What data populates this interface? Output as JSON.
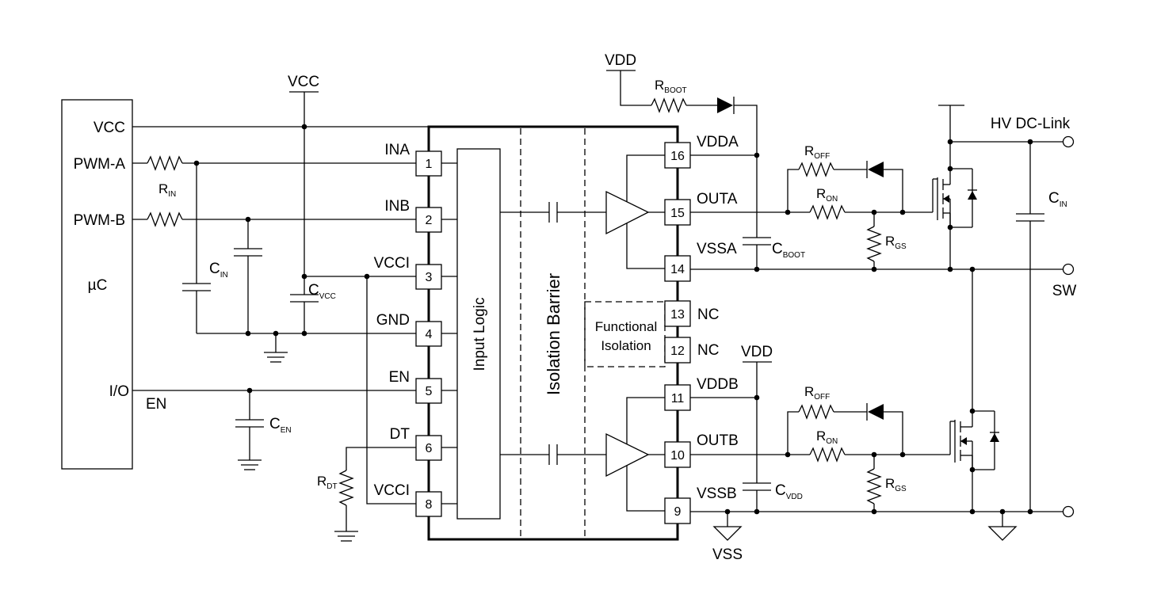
{
  "controller": {
    "block": "µC",
    "vcc": "VCC",
    "pwm_a": "PWM-A",
    "pwm_b": "PWM-B",
    "io": "I/O"
  },
  "supply": {
    "vcc_rail": "VCC",
    "vdd_top": "VDD",
    "vdd_bottom": "VDD",
    "vss": "VSS"
  },
  "components": {
    "rin": [
      "R",
      "IN"
    ],
    "cin_left": [
      "C",
      "IN"
    ],
    "cvcc": [
      "C",
      "VCC"
    ],
    "cen": [
      "C",
      "EN"
    ],
    "rdt": [
      "R",
      "DT"
    ],
    "rboot": [
      "R",
      "BOOT"
    ],
    "cboot": [
      "C",
      "BOOT"
    ],
    "cvdd": [
      "C",
      "VDD"
    ],
    "roff_top": [
      "R",
      "OFF"
    ],
    "ron_top": [
      "R",
      "ON"
    ],
    "rgs_top": [
      "R",
      "GS"
    ],
    "roff_bottom": [
      "R",
      "OFF"
    ],
    "ron_bottom": [
      "R",
      "ON"
    ],
    "rgs_bottom": [
      "R",
      "GS"
    ],
    "cin_bus": [
      "C",
      "IN"
    ]
  },
  "en_net": "EN",
  "chip": {
    "left_pins": [
      {
        "name": "INA",
        "num": "1"
      },
      {
        "name": "INB",
        "num": "2"
      },
      {
        "name": "VCCI",
        "num": "3"
      },
      {
        "name": "GND",
        "num": "4"
      },
      {
        "name": "EN",
        "num": "5"
      },
      {
        "name": "DT",
        "num": "6"
      },
      {
        "name": "VCCI",
        "num": "8"
      }
    ],
    "right_pins": [
      {
        "name": "VDDA",
        "num": "16"
      },
      {
        "name": "OUTA",
        "num": "15"
      },
      {
        "name": "VSSA",
        "num": "14"
      },
      {
        "name": "NC",
        "num": "13"
      },
      {
        "name": "NC",
        "num": "12"
      },
      {
        "name": "VDDB",
        "num": "11"
      },
      {
        "name": "OUTB",
        "num": "10"
      },
      {
        "name": "VSSB",
        "num": "9"
      }
    ],
    "input_logic": "Input Logic",
    "isolation_barrier": "Isolation Barrier",
    "functional_isolation": [
      "Functional",
      "Isolation"
    ]
  },
  "nodes": {
    "hv_dc_link": "HV DC-Link",
    "sw": "SW"
  }
}
